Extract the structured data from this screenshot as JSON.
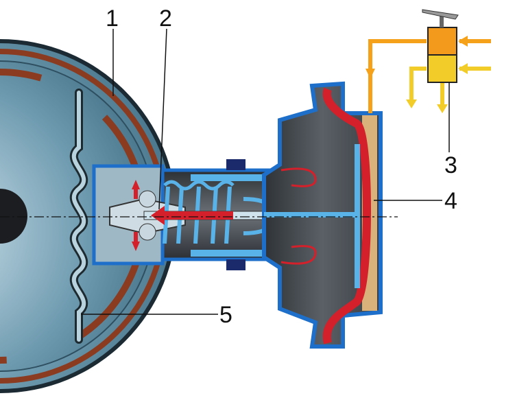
{
  "labels": {
    "l1": "1",
    "l2": "2",
    "l3": "3",
    "l4": "4",
    "l5": "5"
  },
  "colors": {
    "drum": "#5f8fa6",
    "lining": "#8a3b20",
    "housing": "#1e6fc9",
    "chamber": "#4a4f55",
    "pressure": "#d4202a",
    "air_line": "#f5a11a",
    "valve_top": "#f39a1c",
    "valve_bottom": "#f2cd2a"
  }
}
